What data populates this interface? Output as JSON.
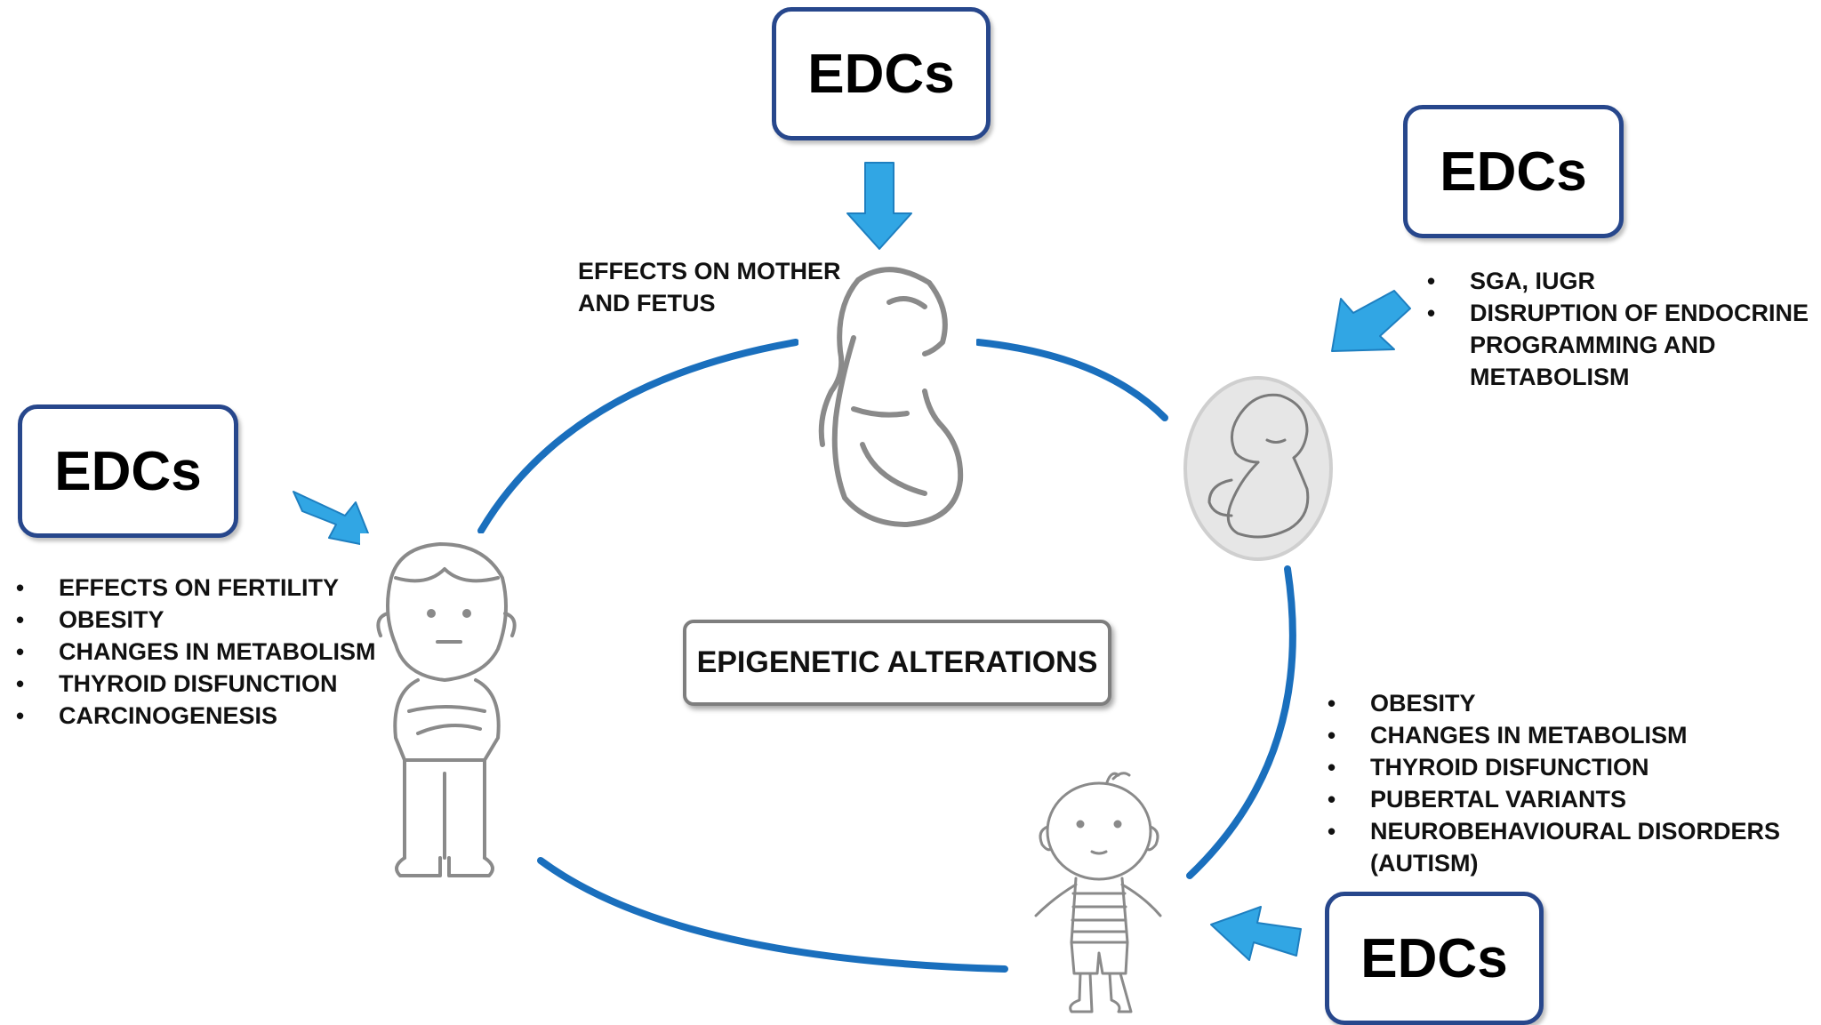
{
  "boxes": {
    "top": "EDCs",
    "top_right": "EDCs",
    "left": "EDCs",
    "bottom_right": "EDCs"
  },
  "center_label": "EPIGENETIC ALTERATIONS",
  "mother_note": [
    "EFFECTS ON MOTHER",
    "AND FETUS"
  ],
  "fetus_effects": [
    "SGA, IUGR",
    "DISRUPTION OF ENDOCRINE",
    "PROGRAMMING  AND",
    "METABOLISM"
  ],
  "child_effects": [
    "OBESITY",
    "CHANGES IN METABOLISM",
    "THYROID DISFUNCTION",
    "PUBERTAL VARIANTS",
    "NEUROBEHAVIOURAL DISORDERS",
    "(AUTISM)"
  ],
  "adolescent_effects": [
    "EFFECTS ON FERTILITY",
    "OBESITY",
    "CHANGES IN METABOLISM",
    "THYROID DISFUNCTION",
    "CARCINOGENESIS"
  ],
  "colors": {
    "cycle": "#1a6fbd",
    "arrow_fill": "#31a6e4",
    "arrow_stroke": "#1e7fc0",
    "box_border": "#27478c",
    "drawing": "#8a8a8a"
  },
  "icons": [
    "pregnant-mother-icon",
    "fetus-icon",
    "young-child-icon",
    "adolescent-boy-icon"
  ]
}
